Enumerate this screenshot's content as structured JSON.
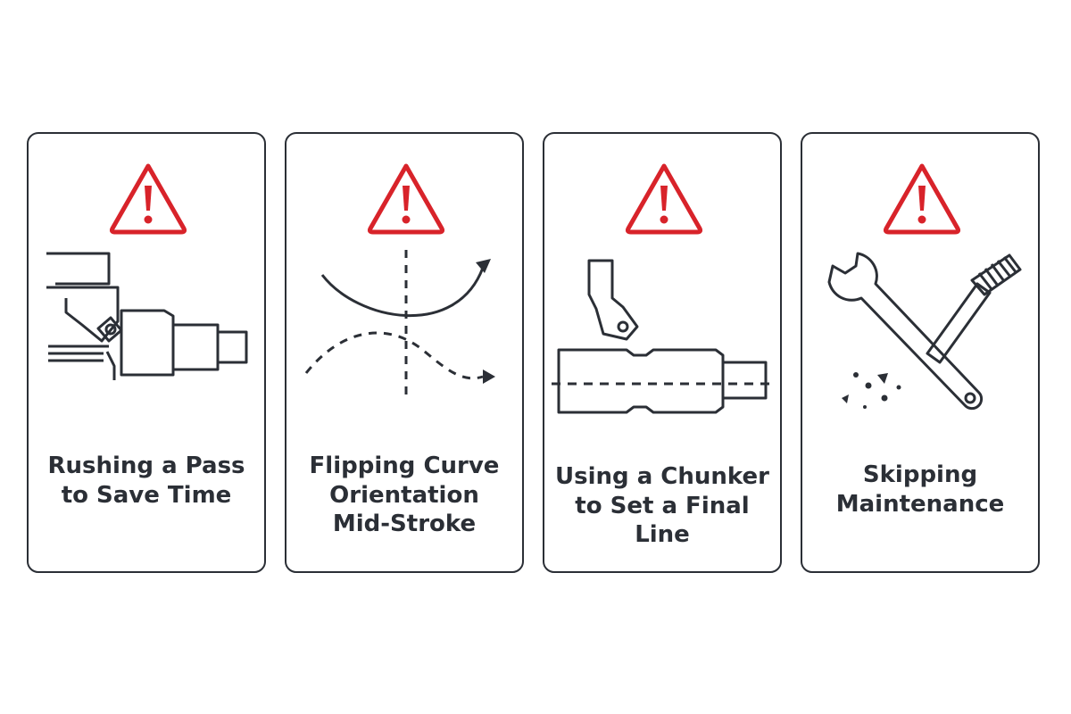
{
  "colors": {
    "stroke": "#2b2f36",
    "warning": "#d8232a",
    "background": "#ffffff"
  },
  "cards": [
    {
      "icon": "warning-triangle-icon",
      "illustration": "lathe-tool-rushing-pass",
      "caption_lines": [
        "Rushing a Pass",
        "to Save Time"
      ]
    },
    {
      "icon": "warning-triangle-icon",
      "illustration": "flipping-curve-arrows",
      "caption_lines": [
        "Flipping Curve",
        "Orientation",
        "Mid-Stroke"
      ]
    },
    {
      "icon": "warning-triangle-icon",
      "illustration": "chunker-tool-shaft",
      "caption_lines": [
        "Using a Chunker",
        "to Set a Final Line"
      ]
    },
    {
      "icon": "warning-triangle-icon",
      "illustration": "wrench-and-brush",
      "caption_lines": [
        "Skipping",
        "Maintenance"
      ]
    }
  ]
}
